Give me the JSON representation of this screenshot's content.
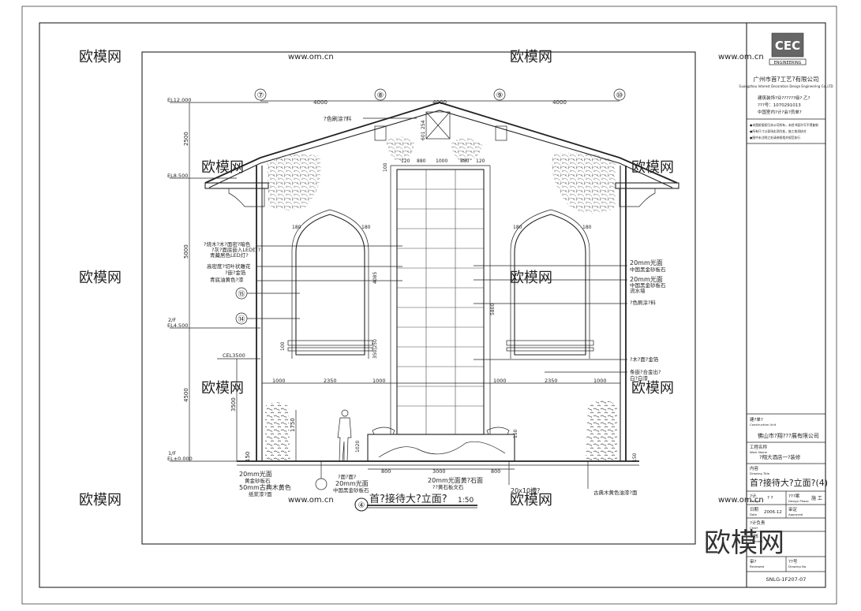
{
  "watermark": {
    "brand": "欧模网",
    "url": "www.om.cn"
  },
  "grid_axes": [
    "⑦",
    "⑧",
    "⑨",
    "⑩"
  ],
  "top_dimensions": [
    "4000",
    "4000",
    "4000"
  ],
  "levels": [
    "EL12.000",
    "EL8.500",
    "2/F",
    "EL4.500",
    "CEL3500",
    "1/F",
    "EL±0.000"
  ],
  "left_vertical_dimensions": [
    "2500",
    "5000",
    "4500",
    "3500",
    "1750",
    "150"
  ],
  "central_dimensions": {
    "roof_small": [
      "254",
      "601"
    ],
    "top_offsets": [
      "120",
      "880",
      "1000",
      "880",
      "120"
    ],
    "side_190": "100",
    "window_widths_left": [
      "180",
      "180"
    ],
    "window_widths_right": [
      "180",
      "180"
    ],
    "heights": [
      "4085",
      "5800",
      "350|250",
      "100",
      "150",
      "1020"
    ],
    "bottom_widths": [
      "1000",
      "2350",
      "1000",
      "1000",
      "2350",
      "1000"
    ],
    "base": [
      "800",
      "3000",
      "800",
      "150"
    ]
  },
  "callouts_left": [
    "?色刷涂?料",
    "?烧木?木?面密?暗色",
    "?灰?面底嵌入LED灯?",
    "青藏居色LED灯?",
    "高密度?切叶状雕花",
    "?嵌?金箔",
    "青底油黄色?漆",
    "⑮",
    "⑭"
  ],
  "callouts_right": [
    "20mm光面",
    "中国黑金砂板石",
    "20mm光面",
    "中国黑金砂板石",
    "流水墙",
    "?色刷涂?料",
    "?木?面?金箔",
    "条嵌?合金出?",
    "白?白漆"
  ],
  "bottom_notes": [
    "20mm光面",
    "黄金砂板石",
    "50mm古典木黄色",
    "纸浆漆?面",
    "?面?面?",
    "20mm光面",
    "中国黑金砂板石",
    "20mm光面黄?石面",
    "??黄石板文石",
    "20x10槽?",
    "古典木黄色油漆?面"
  ],
  "drawing_title": "首?接待大?立面?",
  "drawing_scale": "1:50",
  "drawing_marker": "④",
  "title_block": {
    "logo": "CEC",
    "logo_sub": "ENGINEERING",
    "company_cn": "广州市首?工艺?有限公司",
    "company_en": "Guangzhou Interest Decoration Design Engineering Co.,LTD",
    "qualification": [
      "建筑装饰?业??????级?·乙?",
      "???号：1070291013",
      "中国室内?计?会?员单?"
    ],
    "notes": [
      "●本图纸版权归本公司所有，未经书面许可不得复制",
      "●所有尺寸以现场实测为准，施工前须核对",
      "●图中未注明之处请参照相关规范执行"
    ],
    "construction_unit_label": "建?单?",
    "construction_unit_en": "Construction Unit",
    "construction_unit": "佛山市?翔???展有限公司",
    "project_label": "工程名称",
    "project_en": "Work Name",
    "project_name": "?翔大酒店一?装修",
    "content_label": "内容",
    "content_en": "Drawing Title",
    "sheet_title": "首?接待大?立面?(4)",
    "rows": [
      {
        "label": "?计",
        "label_en": "Design",
        "value": "? ?",
        "label2": "???案",
        "label2_en": "Design Phase",
        "value2": "施 工"
      },
      {
        "label": "日期",
        "label_en": "Date",
        "value": "2006.12",
        "label2": "审定",
        "label2_en": "Approved",
        "value2": ""
      },
      {
        "label": "?计负责",
        "label_en": "Chief",
        "value": "",
        "label2": "",
        "label2_en": "",
        "value2": ""
      },
      {
        "label": "审核",
        "label_en": "Checked",
        "value": "",
        "label2": "",
        "label2_en": "",
        "value2": ""
      },
      {
        "label": "审?",
        "label_en": "Reviewed",
        "value": "",
        "label2": "??号",
        "label2_en": "Drawing No.",
        "value2": ""
      }
    ],
    "drawing_no": "SNLG-1F207-07",
    "brand_big": "欧模网"
  }
}
